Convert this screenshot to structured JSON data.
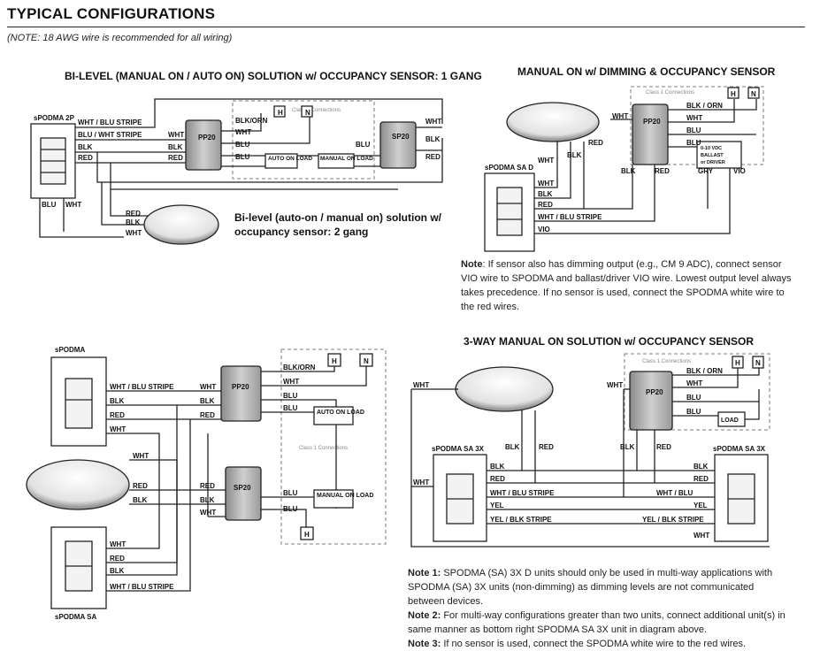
{
  "header": {
    "title": "TYPICAL CONFIGURATIONS",
    "subtitle": "(NOTE: 18 AWG wire is recommended for all wiring)"
  },
  "diagram1": {
    "title": "BI-LEVEL (MANUAL ON / AUTO ON) SOLUTION w/ OCCUPANCY SENSOR: 1 GANG",
    "caption": "Bi-level (auto-on / manual on) solution w/ occupancy sensor: 2 gang",
    "switch_label": "sPODMA 2P",
    "labels": {
      "wht_blu_stripe": "WHT / BLU STRIPE",
      "blu_wht_stripe": "BLU / WHT STRIPE",
      "blk": "BLK",
      "red": "RED",
      "blu": "BLU",
      "wht": "WHT",
      "blk_orn": "BLK/ORN",
      "pp20": "PP20",
      "sp20": "SP20",
      "auto_on_load": "AUTO ON LOAD",
      "manual_on_load": "MANUAL ON LOAD",
      "class1": "Class 1 Connections",
      "h": "H",
      "n": "N"
    }
  },
  "diagram2": {
    "title": "MANUAL ON w/ DIMMING & OCCUPANCY SENSOR",
    "switch_label": "sPODMA SA D",
    "labels": {
      "blk_orn": "BLK / ORN",
      "wht": "WHT",
      "blu": "BLU",
      "blk": "BLK",
      "red": "RED",
      "gry": "GRY",
      "vio": "VIO",
      "pp20": "PP20",
      "ballast": "0-10 VDC BALLAST or DRIVER",
      "wht_blu_stripe": "WHT / BLU STRIPE",
      "class1": "Class 1 Connections",
      "h": "H",
      "n": "N"
    },
    "note_label": "Note",
    "note_text": ": If sensor also has dimming output (e.g., CM 9 ADC), connect sensor VIO wire to SPODMA and ballast/driver VIO wire. Lowest output level always takes precedence.  If no sensor is used, connect the SPODMA white wire to the red wires."
  },
  "diagram3": {
    "switch_top": "sPODMA",
    "switch_bottom": "sPODMA SA",
    "labels": {
      "wht_blu_stripe": "WHT / BLU STRIPE",
      "blk": "BLK",
      "red": "RED",
      "wht": "WHT",
      "blk_orn": "BLK/ORN",
      "blu": "BLU",
      "pp20": "PP20",
      "sp20": "SP20",
      "auto_on_load": "AUTO ON LOAD",
      "manual_on_load": "MANUAL ON LOAD",
      "class1": "Class 1 Connections",
      "h": "H",
      "n": "N"
    }
  },
  "diagram4": {
    "title": "3-WAY MANUAL ON SOLUTION w/ OCCUPANCY SENSOR",
    "switch_left": "sPODMA SA 3X",
    "switch_right": "sPODMA SA 3X",
    "labels": {
      "blk_orn": "BLK / ORN",
      "wht": "WHT",
      "blu": "BLU",
      "blk": "BLK",
      "red": "RED",
      "yel": "YEL",
      "yel_blk_stripe": "YEL / BLK STRIPE",
      "wht_blu_stripe": "WHT / BLU STRIPE",
      "wht_blu": "WHT / BLU",
      "load": "LOAD",
      "pp20": "PP20",
      "class1": "Class 1 Connections",
      "h": "H",
      "n": "N"
    },
    "notes": [
      {
        "label": "Note 1:",
        "text": " SPODMA (SA) 3X D units should only be used in multi-way applications with SPODMA (SA) 3X units (non-dimming) as dimming levels are not communicated between devices."
      },
      {
        "label": "Note 2:",
        "text": " For multi-way configurations greater than two units, connect additional unit(s) in same manner as bottom right SPODMA SA 3X unit in diagram above."
      },
      {
        "label": "Note 3:",
        "text": "  If no sensor is used, connect the SPODMA white wire to the red wires."
      }
    ]
  }
}
